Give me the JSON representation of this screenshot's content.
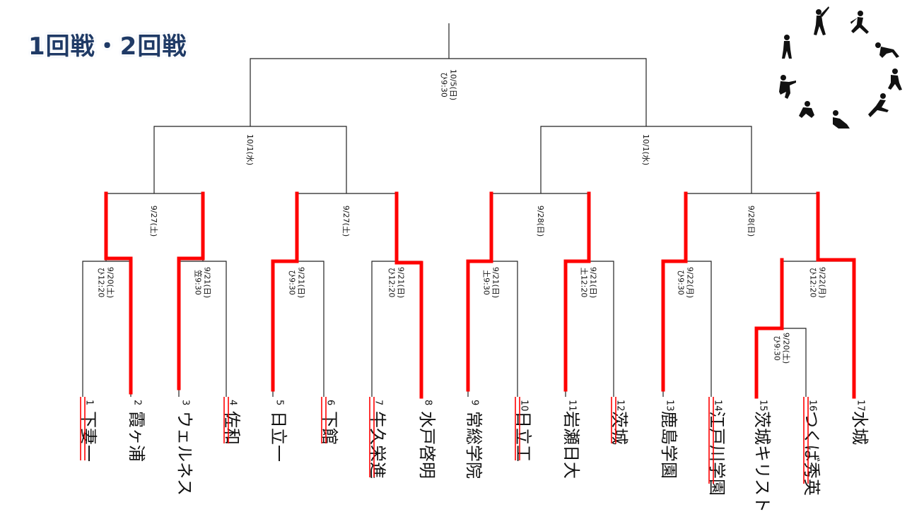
{
  "title": "1回戦・2回戦",
  "accent_color": "#ff0000",
  "teams": [
    {
      "id": 1,
      "name": "下妻一",
      "num": "1",
      "eliminated": true
    },
    {
      "id": 2,
      "name": "霞ヶ浦",
      "num": "2",
      "eliminated": false
    },
    {
      "id": 3,
      "name": "ウェルネス",
      "num": "3",
      "eliminated": false
    },
    {
      "id": 4,
      "name": "佐和",
      "num": "4",
      "eliminated": true
    },
    {
      "id": 5,
      "name": "日立一",
      "num": "5",
      "eliminated": false
    },
    {
      "id": 6,
      "name": "下館",
      "num": "6",
      "eliminated": true
    },
    {
      "id": 7,
      "name": "牛久栄進",
      "num": "7",
      "eliminated": true
    },
    {
      "id": 8,
      "name": "水戸啓明",
      "num": "8",
      "eliminated": false
    },
    {
      "id": 9,
      "name": "常総学院",
      "num": "9",
      "eliminated": false
    },
    {
      "id": 10,
      "name": "日立工",
      "num": "10",
      "eliminated": true
    },
    {
      "id": 11,
      "name": "岩瀬日大",
      "num": "11",
      "eliminated": false
    },
    {
      "id": 12,
      "name": "茨城",
      "num": "12",
      "eliminated": true
    },
    {
      "id": 13,
      "name": "鹿島学園",
      "num": "13",
      "eliminated": false
    },
    {
      "id": 14,
      "name": "江戸川学園",
      "num": "14",
      "eliminated": true
    },
    {
      "id": 15,
      "name": "茨城キリスト",
      "num": "15",
      "eliminated": false
    },
    {
      "id": 16,
      "name": "つくば秀英",
      "num": "16",
      "eliminated": true
    },
    {
      "id": 17,
      "name": "水城",
      "num": "17",
      "eliminated": false
    }
  ],
  "schedules": {
    "g_15_16": [
      "9/20(土)",
      "ひ9:30"
    ],
    "g_1_2": [
      "9/20(土)",
      "ひ12:20"
    ],
    "g_3_4": [
      "9/21(日)",
      "笠9:30"
    ],
    "g_5_6": [
      "9/21(日)",
      "ひ9:30"
    ],
    "g_7_8": [
      "9/21(日)",
      "ひ12:20"
    ],
    "g_9_10": [
      "9/21(日)",
      "土9:30"
    ],
    "g_11_12": [
      "9/21(日)",
      "土12:20"
    ],
    "g_13_14": [
      "9/22(月)",
      "ひ9:30"
    ],
    "g_w_17": [
      "9/22(月)",
      "ひ12:20"
    ],
    "r2_a": [
      "9/27(土)"
    ],
    "r2_b": [
      "9/27(土)"
    ],
    "r2_c": [
      "9/28(日)"
    ],
    "r2_d": [
      "9/28(日)"
    ],
    "semi_left": [
      "10/1(水)"
    ],
    "semi_right": [
      "10/1(水)"
    ],
    "final": [
      "10/5(日)",
      "ひ9:30"
    ]
  },
  "decoration": "baseball-players-silhouette-icon"
}
